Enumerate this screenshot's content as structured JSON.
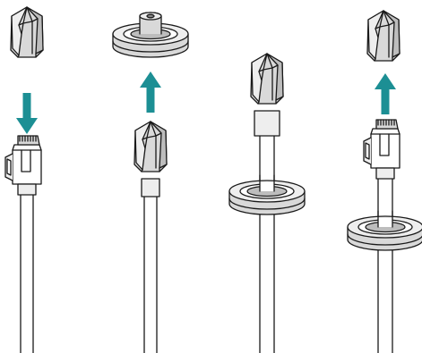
{
  "diagram": {
    "steps": [
      {
        "id": 1,
        "direction": "down"
      },
      {
        "id": 2,
        "direction": "up"
      },
      {
        "id": 3,
        "direction": "none"
      },
      {
        "id": 4,
        "direction": "up"
      }
    ],
    "colors": {
      "arrow": "#1c8f94",
      "outline": "#1a1a1a",
      "fill_light": "#eeeeee",
      "fill_mid": "#d9d9d9",
      "fill_dark": "#bdbdbd"
    }
  }
}
